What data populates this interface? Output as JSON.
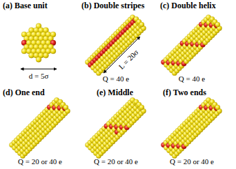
{
  "diagram": {
    "labels": [
      "(a) Base unit",
      "(b) Double stripes",
      "(c) Double helix",
      "d = 5σ",
      "L = 20σ",
      "Q = 40 e",
      "Q = 40 e",
      "(d) One end",
      "(e) Middle",
      "(f) Two ends",
      "Q = 20 or 40 e",
      "Q = 20 or 40 e",
      "Q = 20 or 40 e"
    ]
  }
}
